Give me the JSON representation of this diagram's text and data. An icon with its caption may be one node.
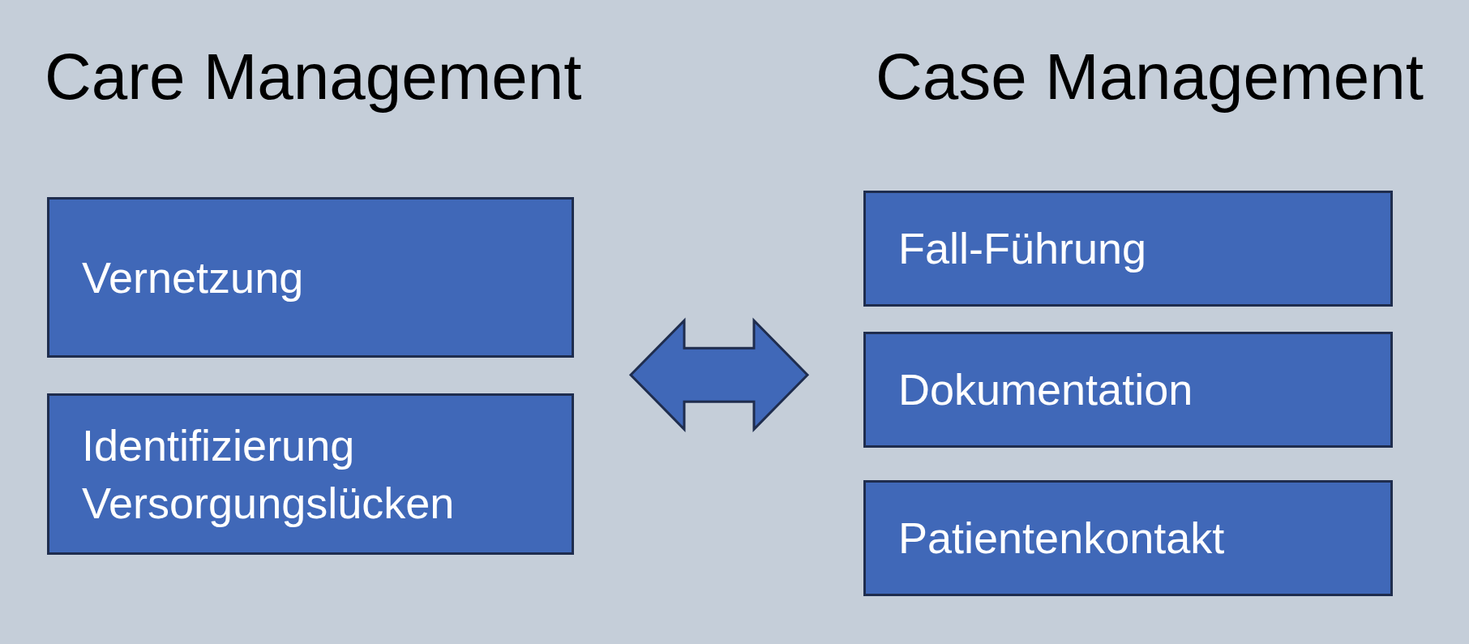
{
  "diagram": {
    "nodes": [
      {
        "text": [
          "Vernetzung"
        ]
      },
      {
        "text": [
          "Identifizierung Versorgungslücken"
        ]
      },
      {
        "text": [
          "Fall-Führung"
        ]
      },
      {
        "text": [
          "Dokumentation"
        ]
      },
      {
        "text": [
          "Patientenkontakt"
        ]
      }
    ],
    "edges": [
      {
        "from": 0,
        "to": 3,
        "arrow": "both",
        "style": "thick"
      }
    ],
    "labels": [
      "Care Management",
      "Case Management"
    ]
  }
}
